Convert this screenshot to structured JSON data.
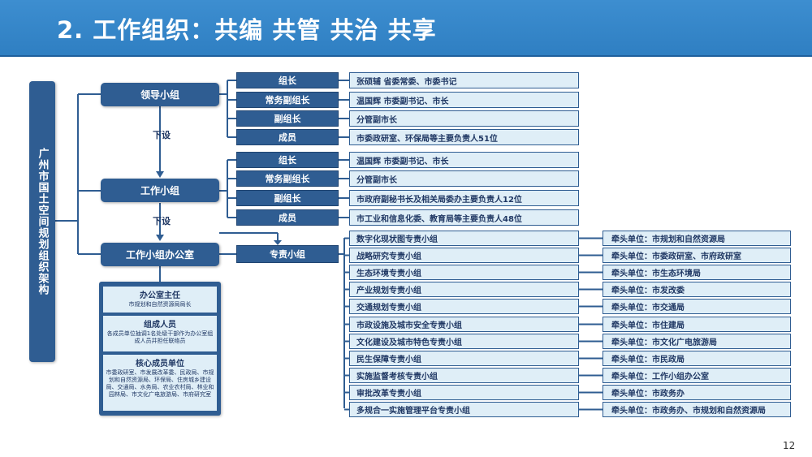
{
  "title": "2. 工作组织：共编 共管 共治 共享",
  "side_label": "广州市国土空间规划组织架构",
  "levels": {
    "leader": "领导小组",
    "work": "工作小组",
    "office": "工作小组办公室"
  },
  "down_label": "下设",
  "leader_group": [
    {
      "role": "组长",
      "person": "张硕辅 省委常委、市委书记"
    },
    {
      "role": "常务副组长",
      "person": "温国辉 市委副书记、市长"
    },
    {
      "role": "副组长",
      "person": "分管副市长"
    },
    {
      "role": "成员",
      "person": "市委政研室、环保局等主要负责人51位"
    }
  ],
  "work_group": [
    {
      "role": "组长",
      "person": "温国辉 市委副书记、市长"
    },
    {
      "role": "常务副组长",
      "person": "分管副市长"
    },
    {
      "role": "副组长",
      "person": "市政府副秘书长及相关局委办主要负责人12位"
    },
    {
      "role": "成员",
      "person": "市工业和信息化委、教育局等主要负责人48位"
    }
  ],
  "special_label": "专责小组",
  "special_groups": [
    {
      "name": "数字化现状图专责小组",
      "lead": "牵头单位：市规划和自然资源局"
    },
    {
      "name": "战略研究专责小组",
      "lead": "牵头单位：市委政研室、市府政研室"
    },
    {
      "name": "生态环境专责小组",
      "lead": "牵头单位：市生态环境局"
    },
    {
      "name": "产业规划专责小组",
      "lead": "牵头单位：市发改委"
    },
    {
      "name": "交通规划专责小组",
      "lead": "牵头单位：市交通局"
    },
    {
      "name": "市政设施及城市安全专责小组",
      "lead": "牵头单位：市住建局"
    },
    {
      "name": "文化建设及城市特色专责小组",
      "lead": "牵头单位：市文化广电旅游局"
    },
    {
      "name": "民生保障专责小组",
      "lead": "牵头单位：市民政局"
    },
    {
      "name": "实施监督考核专责小组",
      "lead": "牵头单位：工作小组办公室"
    },
    {
      "name": "审批改革专责小组",
      "lead": "牵头单位：市政务办"
    },
    {
      "name": "多规合一实施管理平台专责小组",
      "lead": "牵头单位：市政务办、市规划和自然资源局"
    }
  ],
  "office_boxes": {
    "director_title": "办公室主任",
    "director_desc": "市规划和自然资源局局长",
    "members_title": "组成人员",
    "members_desc": "各成员单位抽调1名处级干部作为办公室组成人员并担任联络员",
    "core_title": "核心成员单位",
    "core_desc": "市委政研室、市发展改革委、民政局、市规划和自然资源局、环保局、住房城乡建设局、交通局、水务局、农业农村局、林业和园林局、市文化广电旅游局、市府研究室"
  },
  "page_number": "12",
  "colors": {
    "header": "#2f7fc2",
    "dark_box": "#2f5d92",
    "light_box": "#dfeef7",
    "text": "#203864"
  }
}
